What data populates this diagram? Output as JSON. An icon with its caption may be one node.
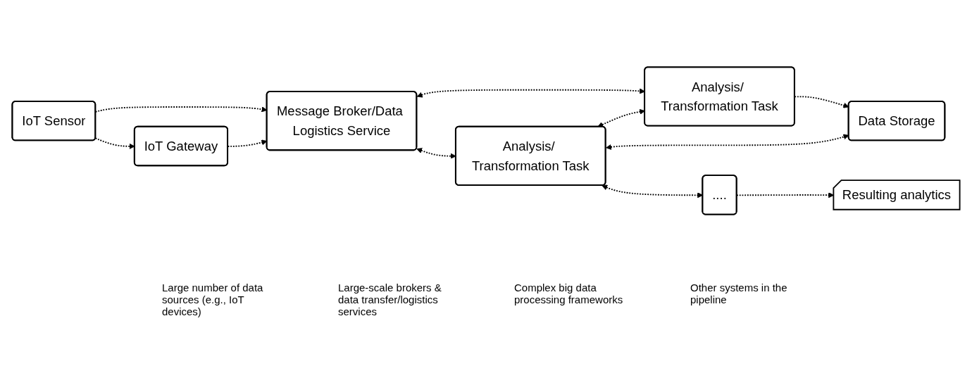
{
  "diagram": {
    "nodes": [
      {
        "text": [
          "IoT Gateway"
        ]
      },
      {
        "text": [
          "Analysis/ Transformation Task"
        ]
      },
      {
        "text": [
          "Data Storage"
        ]
      },
      {
        "text": [
          "IoT Sensor"
        ]
      },
      {
        "text": [
          "Message Broker/Data Logistics Service"
        ]
      },
      {
        "text": [
          "Analysis/ Transformation Task"
        ]
      },
      {
        "text": [
          "Resulting analytics"
        ]
      },
      {
        "text": [
          "...."
        ]
      }
    ],
    "edges": [
      {
        "from": 3,
        "to": 0,
        "arrow": "to",
        "style": "dashed"
      },
      {
        "from": 3,
        "to": 4,
        "arrow": "to",
        "style": "dashed"
      },
      {
        "from": 0,
        "to": 4,
        "arrow": "to",
        "style": "dashed"
      },
      {
        "from": 4,
        "to": 1,
        "arrow": "both",
        "style": "dashed"
      },
      {
        "from": 1,
        "to": 2,
        "arrow": "to",
        "style": "dashed"
      },
      {
        "from": 4,
        "to": 5,
        "arrow": "both",
        "style": "dashed"
      },
      {
        "from": 5,
        "to": 1,
        "arrow": "both",
        "style": "dashed"
      },
      {
        "from": 5,
        "to": 2,
        "arrow": "both",
        "style": "dashed"
      },
      {
        "from": 5,
        "to": 7,
        "arrow": "both",
        "style": "dashed"
      },
      {
        "from": 7,
        "to": 6,
        "arrow": "to",
        "style": "dashed"
      }
    ],
    "labels": [
      "Large number of data sources (e.g., IoT devices)",
      "Large-scale brokers & data transfer/logistics services",
      "Complex big data processing frameworks",
      "Other systems in the pipeline"
    ]
  }
}
